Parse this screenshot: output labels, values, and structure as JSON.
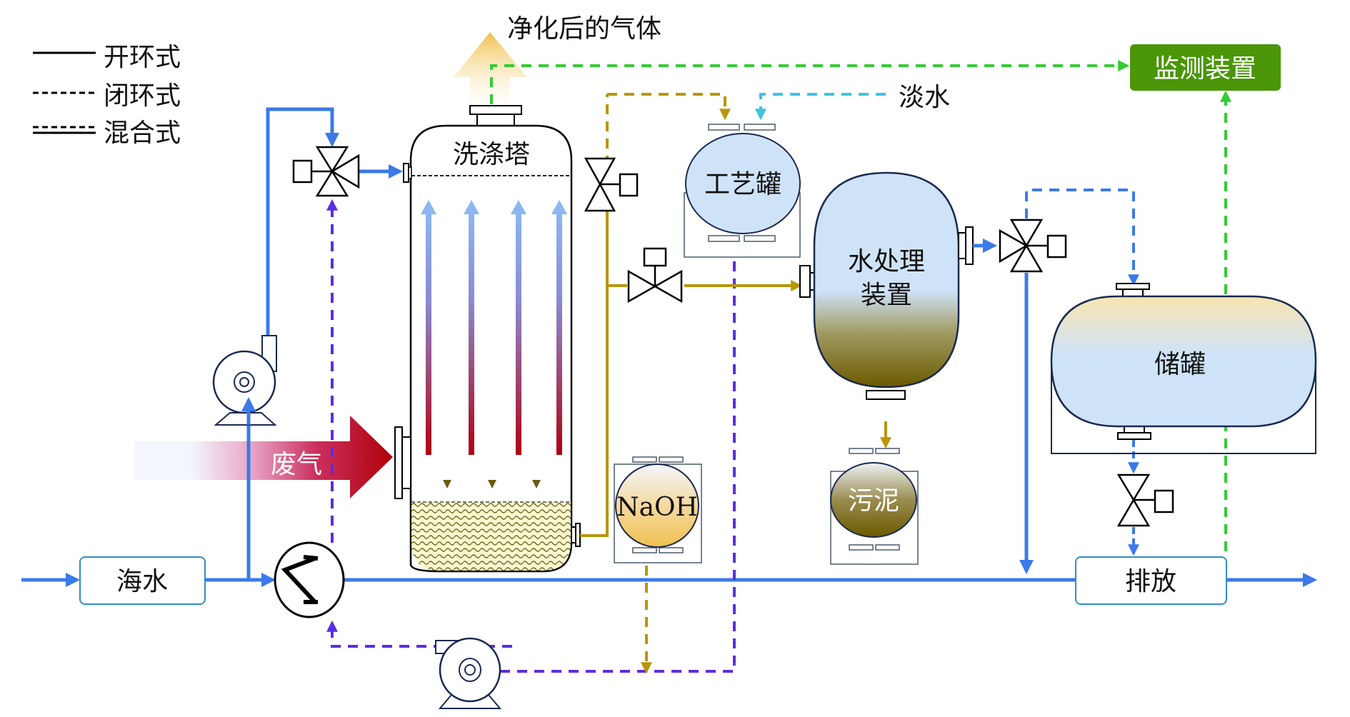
{
  "legend": {
    "items": [
      {
        "label": "开环式",
        "style": "solid"
      },
      {
        "label": "闭环式",
        "style": "dashed"
      },
      {
        "label": "混合式",
        "style": "double-dashed"
      }
    ]
  },
  "labels": {
    "purified_gas": "净化后的气体",
    "scrubber": "洗涤塔",
    "exhaust": "废气",
    "seawater": "海水",
    "process_tank": "工艺罐",
    "fresh_water": "淡水",
    "monitor": "监测装置",
    "water_treatment_line1": "水处理",
    "water_treatment_line2": "装置",
    "storage_tank": "储罐",
    "sludge": "污泥",
    "naoh": "NaOH",
    "discharge": "排放"
  },
  "colors": {
    "seawater_line": "#3b7ae8",
    "closed_loop_line": "#5b2ee0",
    "alkali_line": "#b8960c",
    "fresh_water_line": "#3cc4e0",
    "monitor_line": "#33cc33",
    "monitor_box": "#4a9608",
    "exhaust_arrow": "#b50d10",
    "tank_fill": "#cfe3f8"
  }
}
